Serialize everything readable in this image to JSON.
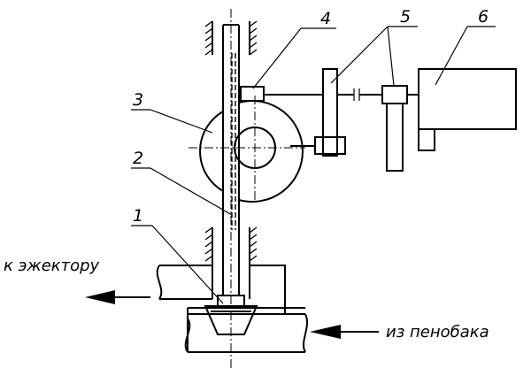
{
  "labels": {
    "l1": "1",
    "l2": "2",
    "l3": "3",
    "l4": "4",
    "l5": "5",
    "l6": "6"
  },
  "captions": {
    "to_ejector": "к эжектору",
    "from_foam_tank": "из пенобака"
  }
}
